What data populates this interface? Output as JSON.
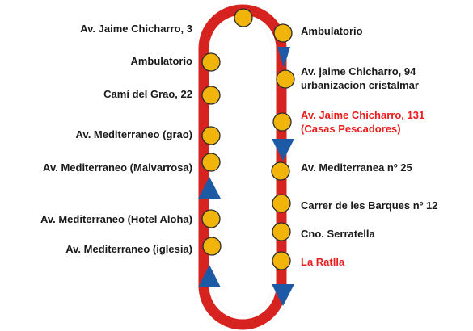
{
  "colors": {
    "route": "#d7231f",
    "stop_fill": "#f1b40b",
    "stop_stroke": "#2b2b2b",
    "arrow": "#1d5aa6",
    "text": "#1a1a1a",
    "highlight_text": "#ee1c1c"
  },
  "top_stop": {
    "label": ""
  },
  "left_side": [
    {
      "label": "Av. Jaime Chicharro, 3"
    },
    {
      "label": "Ambulatorio"
    },
    {
      "label": "Camí del Grao, 22"
    },
    {
      "label": "Av. Mediterraneo (grao)"
    },
    {
      "label": "Av. Mediterraneo (Malvarrosa)"
    },
    {
      "label": "Av. Mediterraneo (Hotel Aloha)"
    },
    {
      "label": "Av. Mediterraneo (iglesia)"
    }
  ],
  "right_side": [
    {
      "label": "Ambulatorio"
    },
    {
      "label": "Av. jaime Chicharro, 94",
      "label2": "urbanizacion cristalmar"
    },
    {
      "label": "Av. Jaime Chicharro, 131",
      "label2": "(Casas Pescadores)",
      "highlight": true
    },
    {
      "label": "Av. Mediterranea nº 25"
    },
    {
      "label": "Carrer de les Barques nº 12"
    },
    {
      "label": "Cno. Serratella"
    },
    {
      "label": "La Ratlla",
      "highlight": true
    }
  ],
  "direction": {
    "left": "up",
    "right": "down"
  }
}
